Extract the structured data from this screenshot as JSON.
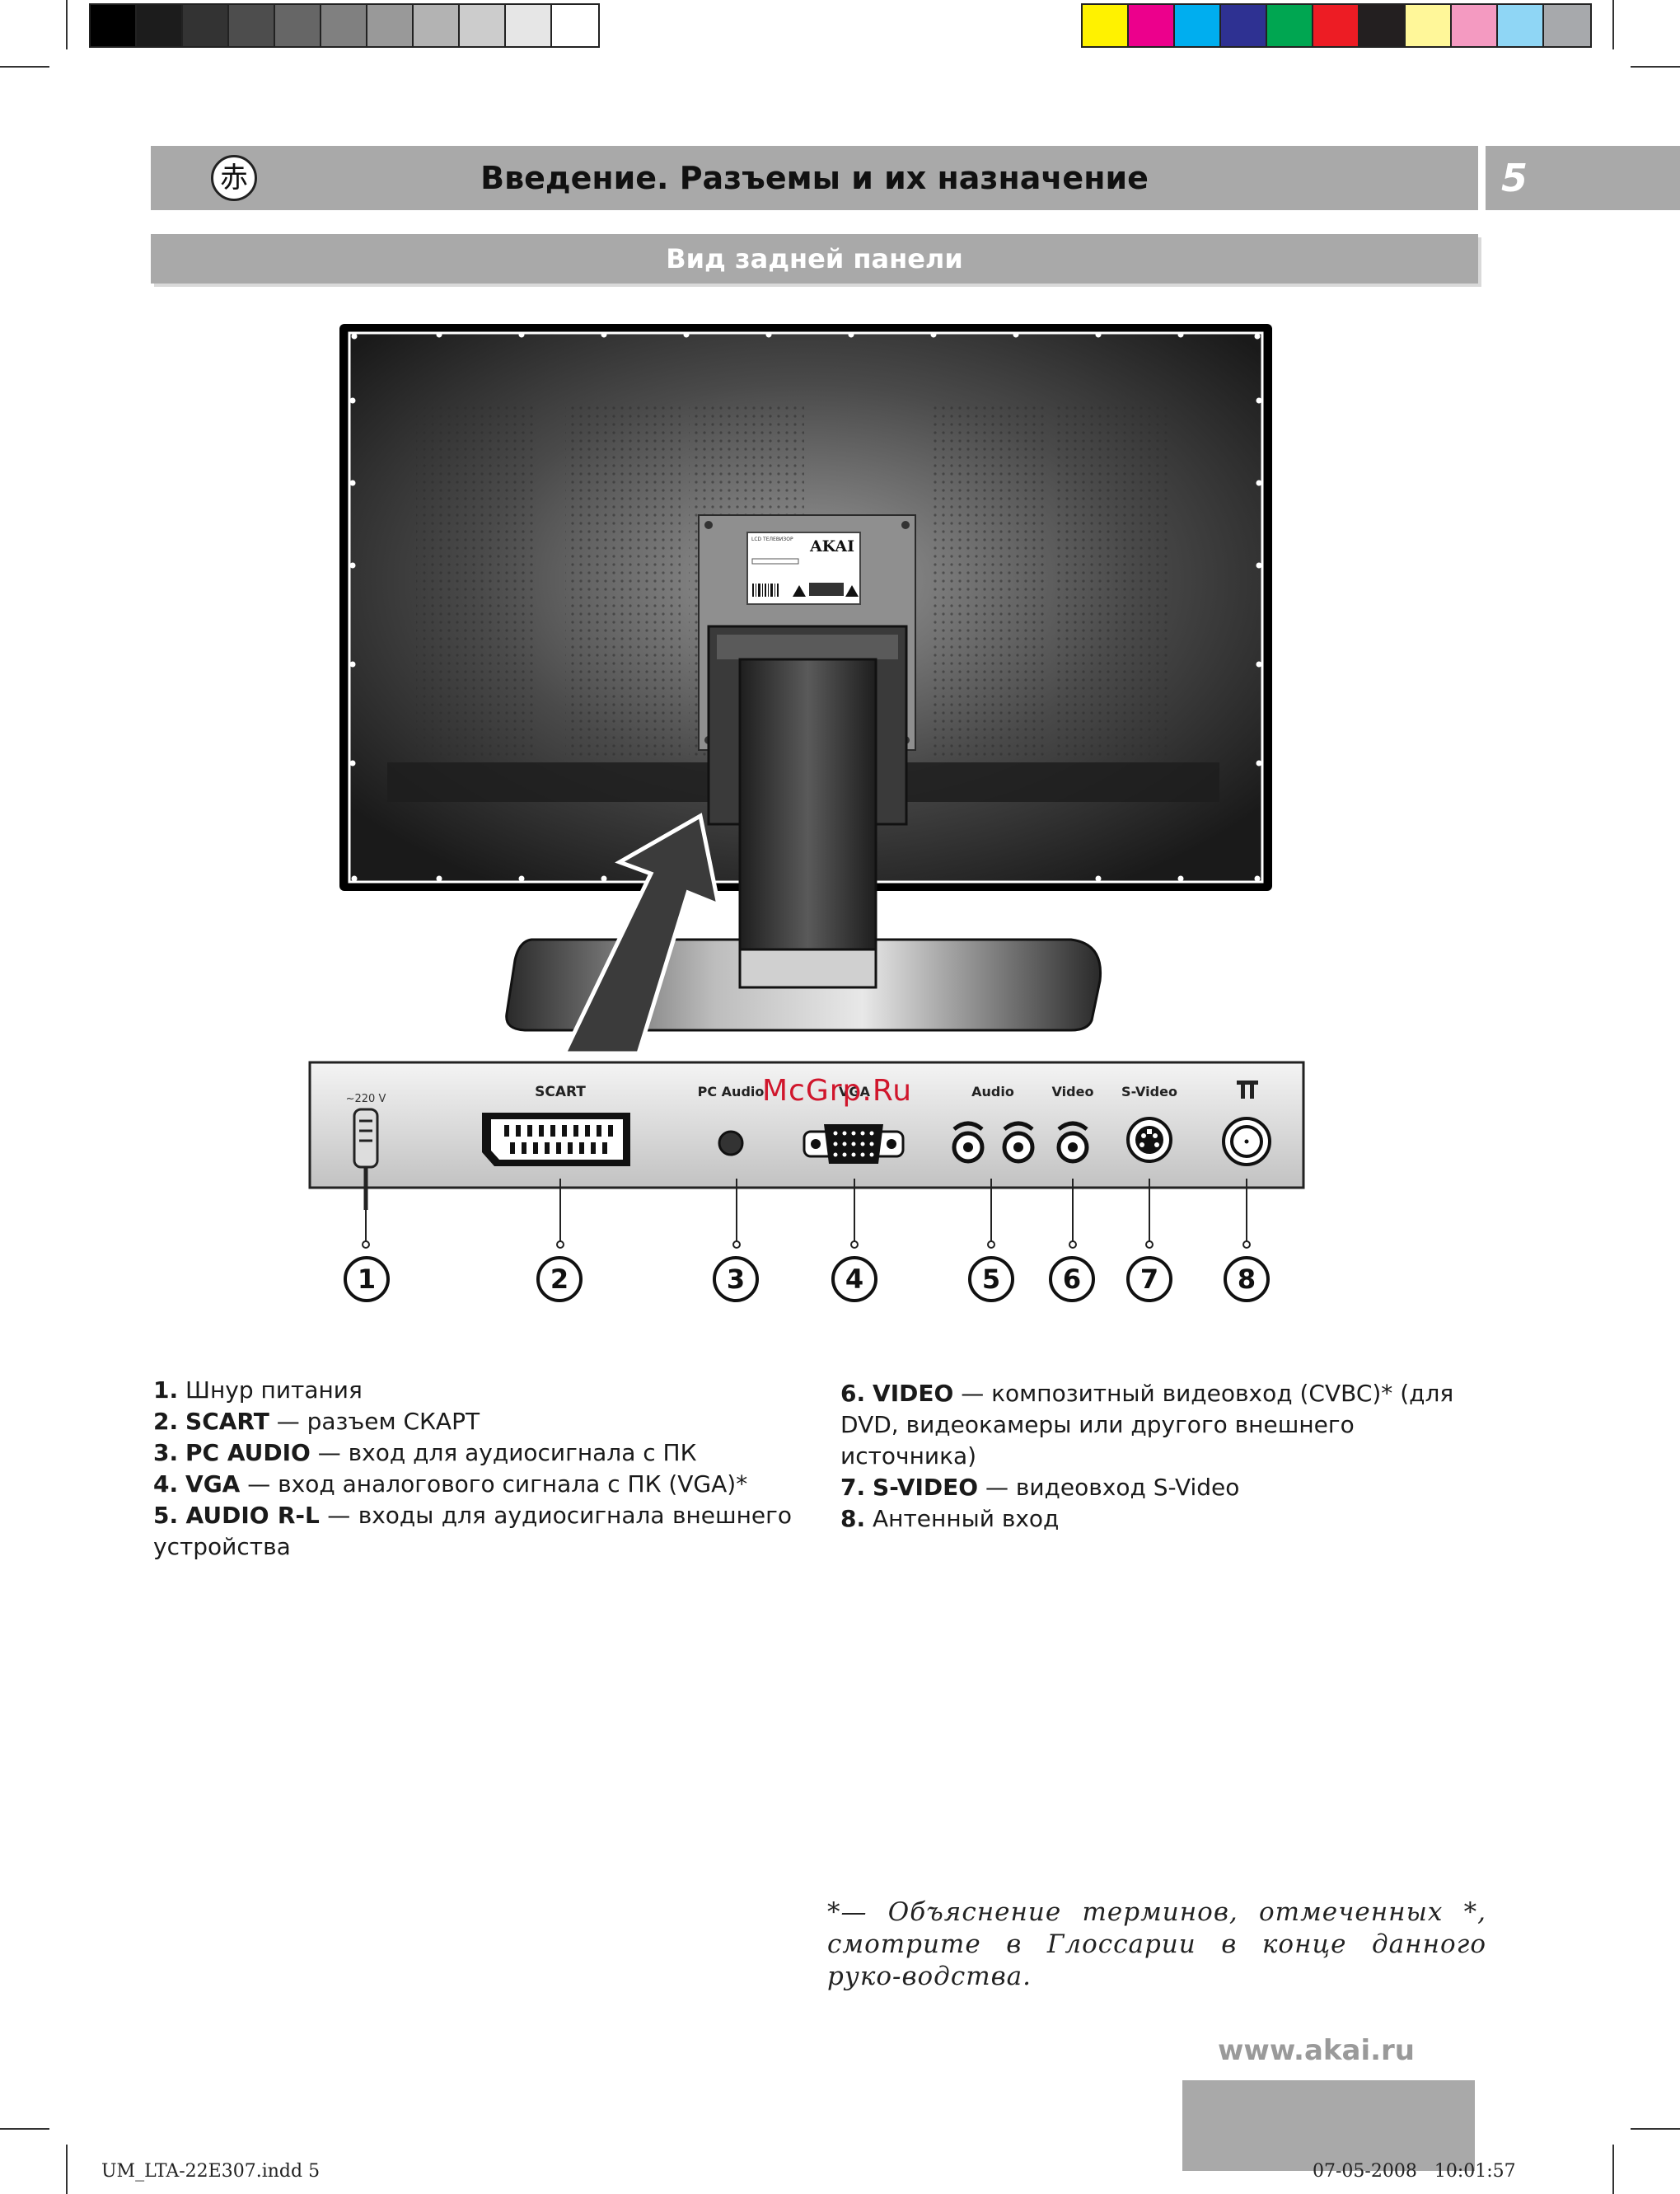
{
  "header": {
    "logo_glyph": "赤",
    "title": "Введение. Разъемы и их назначение",
    "page_number": "5",
    "subtitle": "Вид задней панели"
  },
  "swatches": {
    "greys": [
      "#000000",
      "#1c1c1c",
      "#333333",
      "#4d4d4d",
      "#666666",
      "#808080",
      "#999999",
      "#b3b3b3",
      "#cccccc",
      "#e6e6e6",
      "#ffffff"
    ],
    "colors": [
      "#fff200",
      "#ec008c",
      "#00aeef",
      "#2e3192",
      "#00a651",
      "#ed1c24",
      "#231f20",
      "#fff799",
      "#f49ac1",
      "#8fd6f5",
      "#a7a9ac"
    ]
  },
  "device": {
    "label_brand": "AKAI",
    "label_line1": "LCD ТЕЛЕВИЗОР"
  },
  "panel": {
    "power_label": "~220 V",
    "scart_label": "SCART",
    "pc_audio_label": "PC Audio",
    "vga_label": "VGA",
    "audio_label": "Audio",
    "video_label": "Video",
    "svideo_label": "S-Video"
  },
  "watermark": "McGrp.Ru",
  "callouts": [
    "1",
    "2",
    "3",
    "4",
    "5",
    "6",
    "7",
    "8"
  ],
  "items_left": [
    {
      "num": "1.",
      "name": "",
      "desc": "Шнур питания"
    },
    {
      "num": "2.",
      "name": "SCART",
      "desc": " — разъем СКАРТ"
    },
    {
      "num": "3.",
      "name": "PC AUDIO",
      "desc": " — вход для аудиосигнала с ПК"
    },
    {
      "num": "4.",
      "name": "VGA",
      "desc": " — вход аналогового сигнала с ПК (VGA)*"
    },
    {
      "num": "5.",
      "name": "AUDIO R-L",
      "desc": " — входы для аудиосигнала внешнего устройства"
    }
  ],
  "items_right": [
    {
      "num": "6.",
      "name": "VIDEO",
      "desc": " — композитный видеовход (CVBC)* (для DVD, видеокамеры или другого внешнего источника)"
    },
    {
      "num": "7.",
      "name": "S-VIDEO",
      "desc": " — видеовход  S-Video"
    },
    {
      "num": "8.",
      "name": "",
      "desc": "Антенный вход"
    }
  ],
  "footnote": "*— Объяснение терминов, отмеченных *, смотрите в Глоссарии в конце данного руко-водства.",
  "website": "www.akai.ru",
  "slug_left": "UM_LTA-22E307.indd   5",
  "slug_right": "07-05-2008   10:01:57"
}
